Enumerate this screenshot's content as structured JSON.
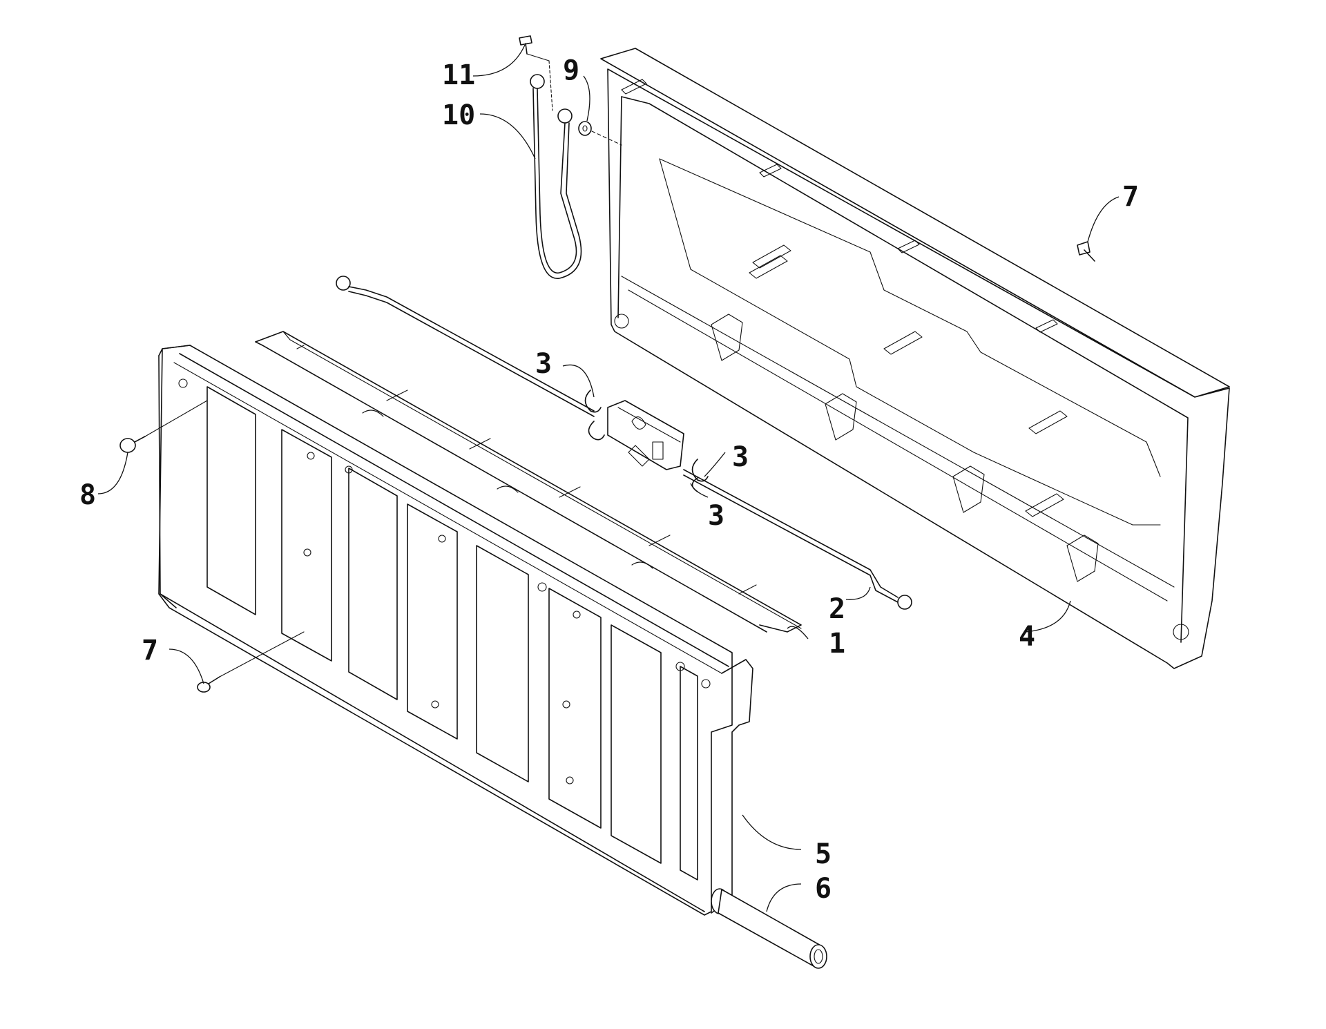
{
  "callouts": [
    {
      "id": "c1",
      "label": "1"
    },
    {
      "id": "c2",
      "label": "2"
    },
    {
      "id": "c3a",
      "label": "3"
    },
    {
      "id": "c3b",
      "label": "3"
    },
    {
      "id": "c3c",
      "label": "3"
    },
    {
      "id": "c4",
      "label": "4"
    },
    {
      "id": "c5",
      "label": "5"
    },
    {
      "id": "c6",
      "label": "6"
    },
    {
      "id": "c7a",
      "label": "7"
    },
    {
      "id": "c7b",
      "label": "7"
    },
    {
      "id": "c8",
      "label": "8"
    },
    {
      "id": "c9",
      "label": "9"
    },
    {
      "id": "c10",
      "label": "10"
    },
    {
      "id": "c11",
      "label": "11"
    }
  ]
}
